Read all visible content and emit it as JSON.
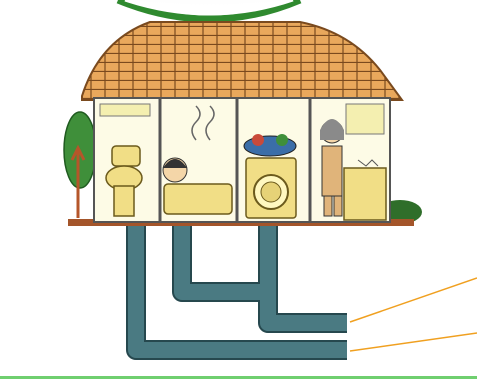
{
  "diagram": {
    "rooms": [
      {
        "id": "toilet",
        "icon": "toilet-icon"
      },
      {
        "id": "bath",
        "icon": "bathtub-icon"
      },
      {
        "id": "laundry",
        "icon": "washing-machine-icon"
      },
      {
        "id": "kitchen",
        "icon": "kitchen-sink-icon"
      }
    ],
    "pipes": [
      "toilet-drain-pipe",
      "household-drain-pipe"
    ],
    "callout_lines": 2,
    "colors": {
      "roof": "#e9a85c",
      "roof_lines": "#7a4a1e",
      "walls": "#fdfbe6",
      "ground": "#a4552a",
      "pipe": "#4a7a82",
      "pipe_edge": "#26484e",
      "callout": "#f0a020",
      "accent_green": "#2f8a2f",
      "bottom_rule": "#6fcf6f"
    }
  }
}
